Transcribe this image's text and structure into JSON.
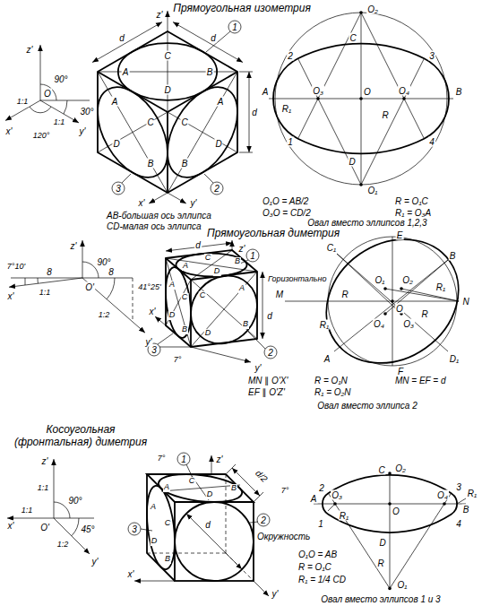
{
  "diagram": {
    "labels": [
      "Прямоугольная изометрия",
      "z'",
      "90°",
      "O",
      "1:1",
      "1:1",
      "30°",
      "x'",
      "y'",
      "120°",
      "z'",
      "d",
      "d",
      "1",
      "A",
      "C",
      "B",
      "D",
      "A",
      "C",
      "D",
      "B",
      "C",
      "A",
      "B",
      "D",
      "d",
      "x'",
      "y'",
      "3",
      "2",
      "AB-большая ось эллипса",
      "CD-малая ось эллипса",
      "O₂",
      "C",
      "2",
      "3",
      "A",
      "O₃",
      "O",
      "O₄",
      "B",
      "R₁",
      "R",
      "1",
      "4",
      "D",
      "O₁",
      "O₁O = AB/2",
      "O₃O = CD/2",
      "R = O₁C",
      "R₁ = O₃A",
      "Овал вместо эллипсов 1,2,3",
      "Прямоугольная диметрия",
      "7°10'",
      "8",
      "1:1",
      "x'",
      "z'",
      "90°",
      "O'",
      "8",
      "41°25'",
      "1:2",
      "y'",
      "z'",
      "d",
      "1",
      "A",
      "C",
      "B",
      "D",
      "A",
      "C",
      "D",
      "B",
      "C",
      "A",
      "B",
      "D",
      "d",
      "x'",
      "3",
      "7°",
      "2",
      "y'",
      "E",
      "C₁",
      "B",
      "Горизонтально",
      "O₁",
      "O₂",
      "R₁",
      "M",
      "R",
      "O",
      "N",
      "R",
      "R₁",
      "O₄",
      "O₃",
      "A",
      "D₁",
      "F",
      "MN ∥ O'X'",
      "R = O₁N",
      "MN = EF = d",
      "EF ∥ O'Z'",
      "R₁ = O₂N",
      "Овал вместо эллипса 2",
      "Косоугольная",
      "(фронтальная) диметрия",
      "z'",
      "1:1",
      "90°",
      "1:1",
      "x'",
      "O'",
      "1:2",
      "45°",
      "y'",
      "7°",
      "1",
      "z'",
      "A",
      "C",
      "D",
      "B",
      "d/2",
      "7°",
      "A",
      "C",
      "D",
      "B",
      "3",
      "d",
      "2",
      "Окружность",
      "x'",
      "y'",
      "2",
      "C",
      "O₂",
      "3",
      "R₁",
      "A",
      "O₃",
      "O",
      "O₄",
      "B",
      "R₁",
      "1",
      "D",
      "4",
      "R",
      "O₁",
      "O₁O = AB",
      "R = O₁C",
      "R₁ = 1/4 CD",
      "Овал вместо эллипсов 1 и 3"
    ]
  }
}
